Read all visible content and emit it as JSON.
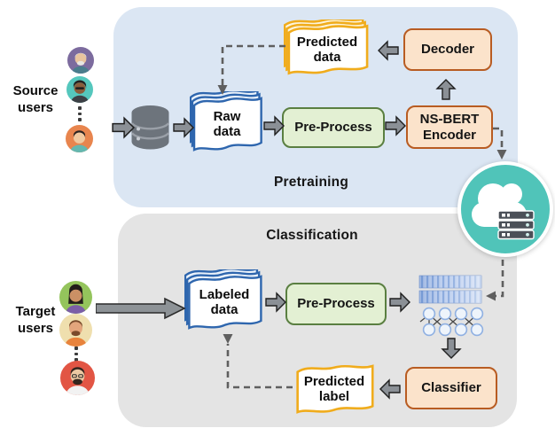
{
  "diagram": {
    "pretraining": {
      "title": "Pretraining"
    },
    "classification": {
      "title": "Classification"
    },
    "source_users_label": "Source users",
    "target_users_label": "Target users",
    "nodes": {
      "raw_data": "Raw data",
      "predicted_data": "Predicted data",
      "pre_process_pretrain": "Pre-Process",
      "ns_bert_encoder": "NS-BERT Encoder",
      "decoder": "Decoder",
      "labeled_data": "Labeled data",
      "pre_process_classify": "Pre-Process",
      "classifier": "Classifier",
      "predicted_label": "Predicted label"
    },
    "icons": {
      "database": "database-cylinder-icon",
      "cloud_server": "cloud-with-server-icon",
      "raw_data_doc": "stacked-wavy-documents-blue-icon",
      "predicted_data_doc": "stacked-wavy-documents-yellow-icon",
      "labeled_data_doc": "stacked-wavy-documents-blue-icon",
      "predicted_label_doc": "wavy-document-yellow-icon",
      "neural_network": "embedding-bars-and-neural-net-icon",
      "avatars_source": [
        "elderly-man-avatar",
        "person-sunglasses-avatar",
        "child-avatar"
      ],
      "avatars_target": [
        "woman-avatar",
        "bearded-man-avatar",
        "man-glasses-avatar"
      ],
      "ellipsis": "vertical-dots-icon",
      "arrows": "gray-block-arrow-icon",
      "dashed": "dashed-feedback-arrow"
    },
    "colors": {
      "pretraining_panel_bg": "#dbe6f3",
      "classification_panel_bg": "#e4e4e4",
      "process_box_bg": "#e3f0d3",
      "process_box_border": "#5a7f41",
      "model_box_bg": "#fbe3cb",
      "model_box_border": "#b85c22",
      "doc_blue_border": "#2e66ae",
      "doc_yellow_border": "#f0ac1c",
      "block_arrow_gray": "#8b9096",
      "dashed_line_gray": "#5f5f5f",
      "cloud_circle_teal": "#50c4b9",
      "database_gray": "#6d747c",
      "nn_bar_blue": "#b7cbee",
      "avatar_source_bg": [
        "#7c6b9e",
        "#55c7bd",
        "#e8854e"
      ],
      "avatar_target_bg": [
        "#94c45c",
        "#efdfae",
        "#e25544"
      ]
    }
  }
}
